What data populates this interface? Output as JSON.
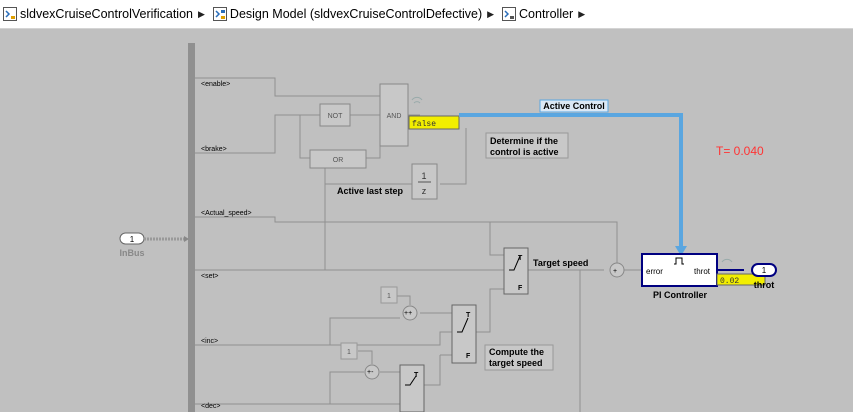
{
  "breadcrumb": [
    {
      "label": "sldvexCruiseControlVerification",
      "icon": "simulink-model-icon"
    },
    {
      "label": "Design Model (sldvexCruiseControlDefective)",
      "icon": "model-reference-icon"
    },
    {
      "label": "Controller",
      "icon": "subsystem-icon"
    }
  ],
  "diagram": {
    "inport_inbus": {
      "number": "1",
      "label": "InBus"
    },
    "signals": {
      "enable": "<enable>",
      "brake": "<brake>",
      "actual_speed": "<Actual_speed>",
      "set": "<set>",
      "inc": "<inc>",
      "dec": "<dec>"
    },
    "blocks": {
      "not": "NOT",
      "and": "AND",
      "or": "OR",
      "delay_num": "1",
      "delay_den": "z",
      "delay_label": "Active last step",
      "switch_t": "T",
      "switch_f": "F",
      "const_inc": "1",
      "const_dec": "1",
      "pi_controller_label": "PI Controller",
      "pi_error_port": "error",
      "pi_throt_port": "throt",
      "outport_number": "1",
      "outport_label": "throt"
    },
    "labels": {
      "active_control": "Active Control",
      "target_speed": "Target speed",
      "determine_note_line1": "Determine if the",
      "determine_note_line2": "control is active",
      "compute_note_line1": "Compute the",
      "compute_note_line2": "target speed"
    },
    "value_displays": {
      "and_output": "false",
      "pi_output": "0.02"
    },
    "time_display": "T= 0.040",
    "colors": {
      "canvas_bg": "#c0c0c0",
      "active_signal": "#5aa6e0",
      "value_display_bg": "#f2ee00",
      "time_text": "#ff3333",
      "controller_border": "#000080"
    }
  }
}
